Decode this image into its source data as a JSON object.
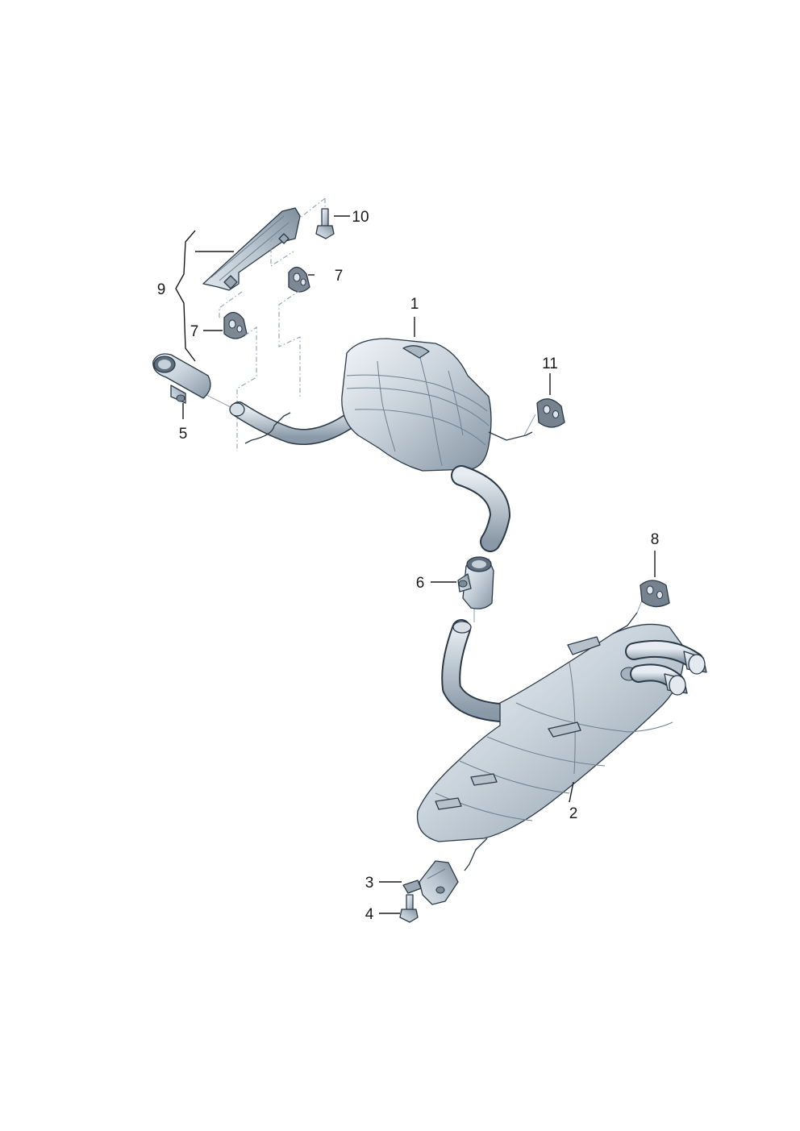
{
  "diagram": {
    "callouts": {
      "c1": "1",
      "c2": "2",
      "c3": "3",
      "c4": "4",
      "c5": "5",
      "c6": "6",
      "c7a": "7",
      "c7b": "7",
      "c8": "8",
      "c9": "9",
      "c10": "10",
      "c11": "11"
    }
  },
  "colors": {
    "outline": "#2b3a48",
    "metal_light": "#e8edf2",
    "metal_dark": "#8c9aa8",
    "leader": "#1a1a1a"
  }
}
